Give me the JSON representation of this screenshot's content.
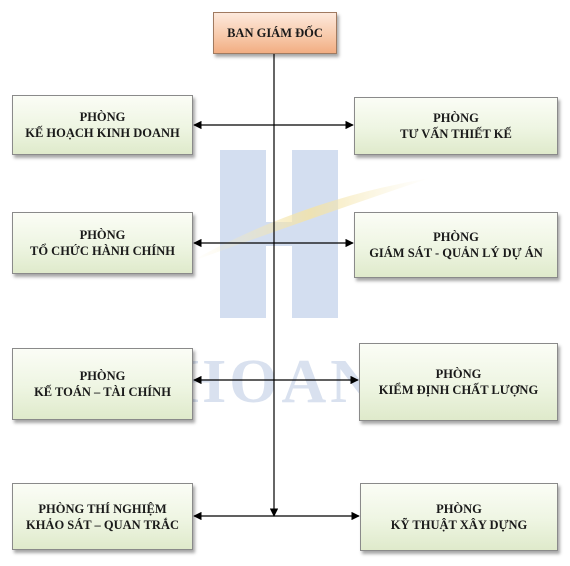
{
  "top": {
    "label": "BAN GIÁM ĐỐC"
  },
  "left": [
    {
      "line1": "PHÒNG",
      "line2": "KẾ HOẠCH KINH DOANH"
    },
    {
      "line1": "PHÒNG",
      "line2": "TỔ CHỨC HÀNH CHÍNH"
    },
    {
      "line1": "PHÒNG",
      "line2": "KẾ TOÁN – TÀI CHÍNH"
    },
    {
      "line1": "PHÒNG THÍ NGHIỆM",
      "line2": "KHẢO SÁT – QUAN TRẮC"
    }
  ],
  "right": [
    {
      "line1": "PHÒNG",
      "line2": "TƯ VẤN THIẾT KẾ"
    },
    {
      "line1": "PHÒNG",
      "line2": "GIÁM SÁT - QUẢN LÝ DỰ ÁN"
    },
    {
      "line1": "PHÒNG",
      "line2": "KIỂM ĐỊNH CHẤT LƯỢNG"
    },
    {
      "line1": "PHÒNG",
      "line2": "KỸ THUẬT XÂY DỰNG"
    }
  ],
  "watermark": {
    "text": "HOAN"
  },
  "colors": {
    "line": "#000000",
    "watermark_blue": "#c9d6ec",
    "watermark_gold": "#f4e7b4"
  }
}
